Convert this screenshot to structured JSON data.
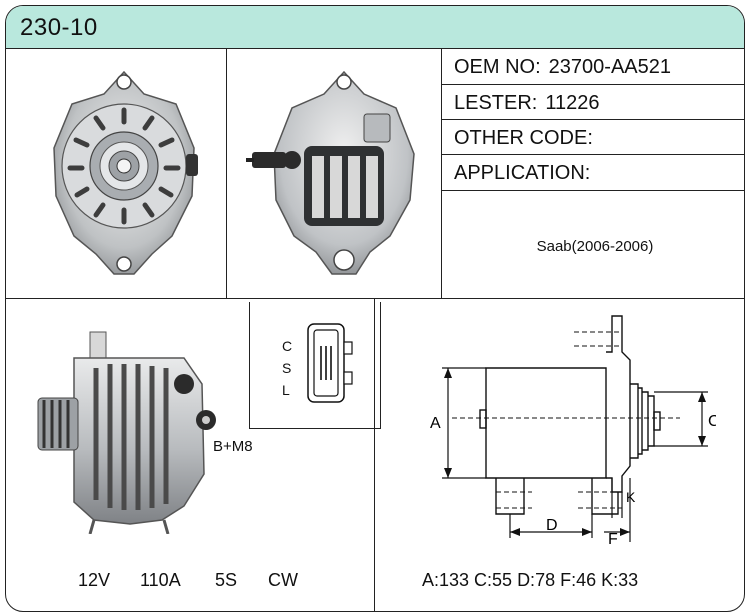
{
  "header": {
    "title": "230-10"
  },
  "info": {
    "oem_label": "OEM NO:",
    "oem_value": "23700-AA521",
    "lester_label": "LESTER:",
    "lester_value": "11226",
    "other_code_label": "OTHER CODE:",
    "application_label": "APPLICATION:",
    "application_value": "Saab(2006-2006)"
  },
  "connector": {
    "pins": [
      "C",
      "S",
      "L"
    ]
  },
  "terminal": {
    "label": "B+M8"
  },
  "specs": {
    "voltage": "12V",
    "amperage": "110A",
    "pulley": "5S",
    "rotation": "CW"
  },
  "dimension_letters": {
    "a": "A",
    "c": "C",
    "d": "D",
    "f": "F",
    "k": "K"
  },
  "dimensions_text": "A:133 C:55 D:78 F:46 K:33",
  "colors": {
    "header_bg": "#b9e8dd",
    "line": "#222222"
  }
}
